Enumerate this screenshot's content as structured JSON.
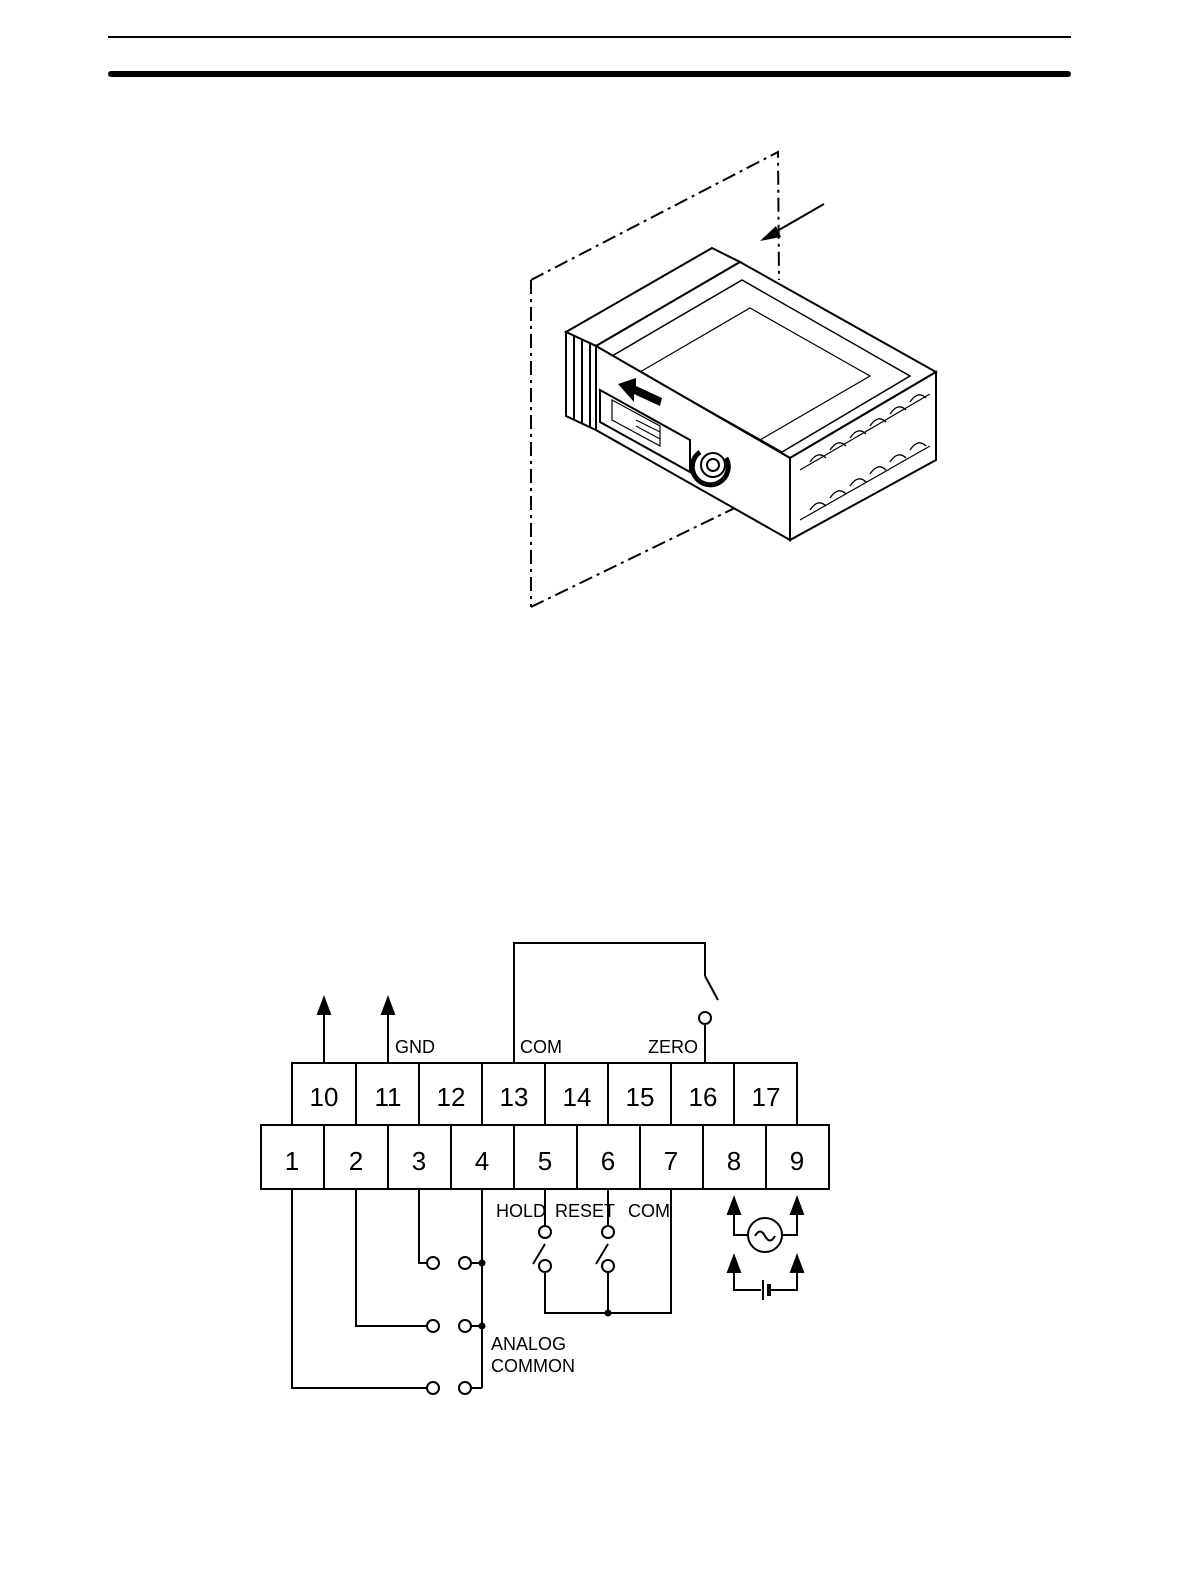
{
  "terminals": {
    "upper_row": [
      "10",
      "11",
      "12",
      "13",
      "14",
      "15",
      "16",
      "17"
    ],
    "lower_row": [
      "1",
      "2",
      "3",
      "4",
      "5",
      "6",
      "7",
      "8",
      "9"
    ]
  },
  "labels": {
    "gnd": "GND",
    "com_top": "COM",
    "zero": "ZERO",
    "hold": "HOLD",
    "reset": "RESET",
    "com_bottom": "COM",
    "analog_common_line1": "ANALOG",
    "analog_common_line2": "COMMON"
  }
}
